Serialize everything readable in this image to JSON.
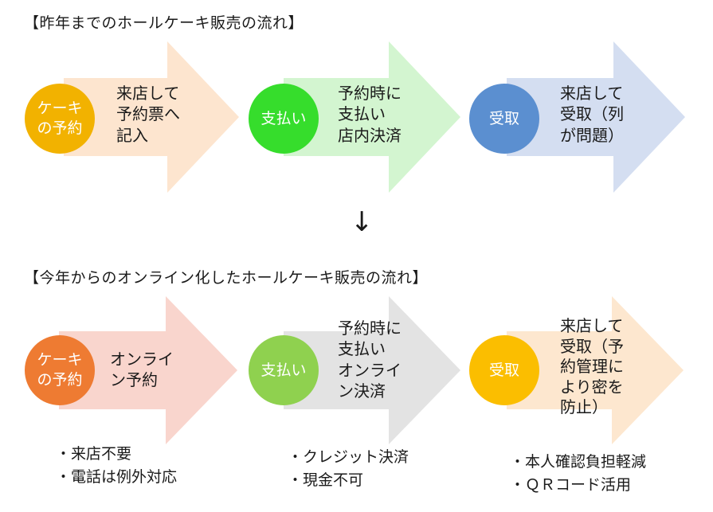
{
  "section1": {
    "heading": "【昨年までのホールケーキ販売の流れ】",
    "steps": [
      {
        "circle": "ケーキ\nの予約",
        "text": "来店して\n予約票へ\n記入",
        "circle_color": "#f2b200",
        "arrow_color": "#fde5cf"
      },
      {
        "circle": "支払い",
        "text": "予約時に\n支払い\n店内決済",
        "circle_color": "#36dd2c",
        "arrow_color": "#d3f5d0"
      },
      {
        "circle": "受取",
        "text": "来店して\n受取（列\nが問題）",
        "circle_color": "#5b8fd0",
        "arrow_color": "#d4def1"
      }
    ]
  },
  "down_arrow": "↓",
  "section2": {
    "heading": "【今年からのオンライン化したホールケーキ販売の流れ】",
    "steps": [
      {
        "circle": "ケーキ\nの予約",
        "text": "オンライ\nン予約",
        "circle_color": "#ee7b32",
        "arrow_color": "#f9d5cd",
        "notes": [
          "・来店不要",
          "・電話は例外対応"
        ]
      },
      {
        "circle": "支払い",
        "text": "予約時に\n支払い\nオンライ\nン決済",
        "circle_color": "#8fd14f",
        "arrow_color": "#e3e3e3",
        "notes": [
          "・クレジット決済",
          "・現金不可"
        ]
      },
      {
        "circle": "受取",
        "text": "来店して\n受取（予\n約管理に\nより密を\n防止）",
        "circle_color": "#fbbe00",
        "arrow_color": "#fde7cf",
        "notes": [
          "・本人確認負担軽減",
          "・ＱＲコード活用"
        ]
      }
    ]
  }
}
